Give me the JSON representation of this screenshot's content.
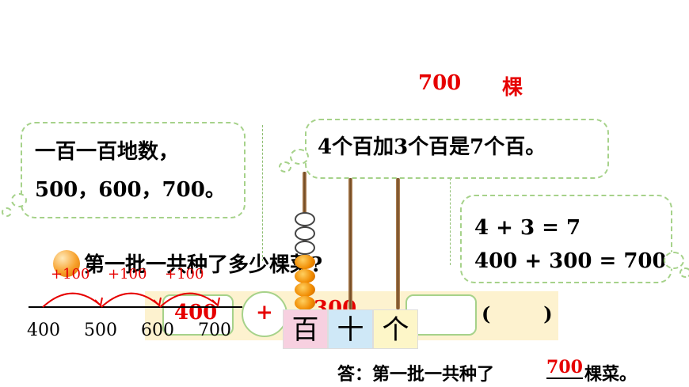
{
  "answer_top": {
    "value": "700",
    "unit": "棵"
  },
  "bubble_left": {
    "line1": "一百一百地数，",
    "line2": "500，600，700。"
  },
  "bubble_mid": {
    "text": "4个百加3个百是7个百。"
  },
  "bubble_right": {
    "line1": "4 + 3 = 7",
    "line2": "400 + 300 = 700"
  },
  "question": "第一批一共种了多少棵菜?",
  "number_line": {
    "labels": [
      "400",
      "500",
      "600",
      "700"
    ],
    "steps": [
      "+100",
      "+100",
      "+100"
    ]
  },
  "equation": {
    "box1": "400",
    "op": "+",
    "box2": "300",
    "paren": "(        )"
  },
  "abacus": {
    "columns": [
      "百",
      "十",
      "个"
    ],
    "hundreds_beads": 7,
    "filled_beads": 4,
    "open_beads": 3
  },
  "answer_sentence": {
    "prefix": "答：第一批一共种了",
    "value": "700",
    "suffix": "棵菜。"
  },
  "colors": {
    "red": "#e60000",
    "green_border": "#a6d28a",
    "band": "#fdf2cf",
    "bead_orange": "#f08a00",
    "col_hundreds": "#f7d0e0",
    "col_tens": "#cfe8f7",
    "col_ones": "#fdf6c8"
  }
}
